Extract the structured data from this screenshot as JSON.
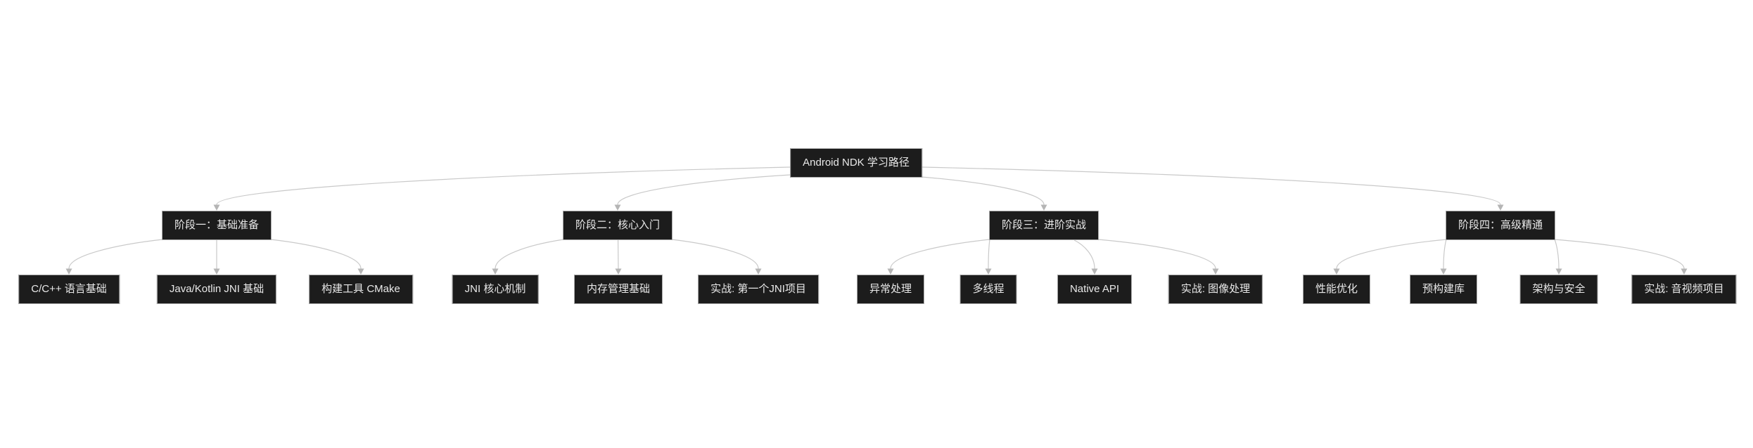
{
  "diagram": {
    "type": "flowchart-tree",
    "root_label": "Android NDK 学习路径",
    "nodes": [
      {
        "id": "root",
        "parent": null,
        "label": "Android NDK 学习路径"
      },
      {
        "id": "s1",
        "parent": "root",
        "label": "阶段一：基础准备"
      },
      {
        "id": "s2",
        "parent": "root",
        "label": "阶段二：核心入门"
      },
      {
        "id": "s3",
        "parent": "root",
        "label": "阶段三：进阶实战"
      },
      {
        "id": "s4",
        "parent": "root",
        "label": "阶段四：高级精通"
      },
      {
        "id": "s1c1",
        "parent": "s1",
        "label": "C/C++ 语言基础"
      },
      {
        "id": "s1c2",
        "parent": "s1",
        "label": "Java/Kotlin JNI 基础"
      },
      {
        "id": "s1c3",
        "parent": "s1",
        "label": "构建工具 CMake"
      },
      {
        "id": "s2c1",
        "parent": "s2",
        "label": "JNI 核心机制"
      },
      {
        "id": "s2c2",
        "parent": "s2",
        "label": "内存管理基础"
      },
      {
        "id": "s2c3",
        "parent": "s2",
        "label": "实战: 第一个JNI项目"
      },
      {
        "id": "s3c1",
        "parent": "s3",
        "label": "异常处理"
      },
      {
        "id": "s3c2",
        "parent": "s3",
        "label": "多线程"
      },
      {
        "id": "s3c3",
        "parent": "s3",
        "label": "Native API"
      },
      {
        "id": "s3c4",
        "parent": "s3",
        "label": "实战: 图像处理"
      },
      {
        "id": "s4c1",
        "parent": "s4",
        "label": "性能优化"
      },
      {
        "id": "s4c2",
        "parent": "s4",
        "label": "预构建库"
      },
      {
        "id": "s4c3",
        "parent": "s4",
        "label": "架构与安全"
      },
      {
        "id": "s4c4",
        "parent": "s4",
        "label": "实战: 音视频项目"
      }
    ],
    "colors": {
      "background": "#ffffff",
      "node_fill": "#1c1c1c",
      "node_border": "#ababab",
      "node_text": "#e9e9e9",
      "edge": "#c9c9c9",
      "arrowhead": "#b5b5b5"
    }
  }
}
